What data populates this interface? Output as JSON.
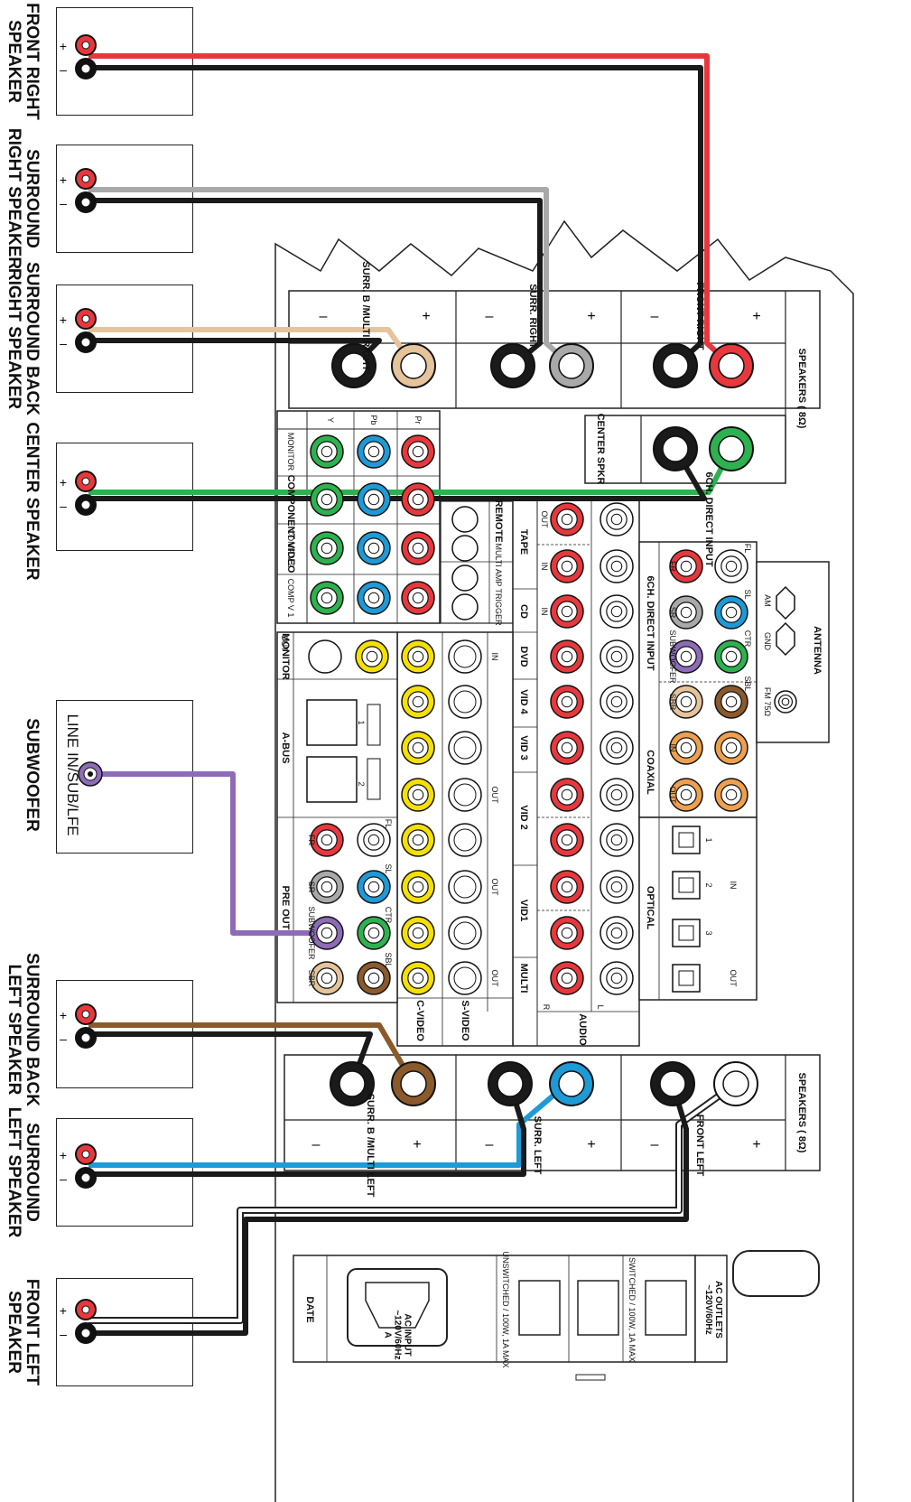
{
  "speakers": {
    "front_right": {
      "line1": "FRONT RIGHT",
      "line2": "SPEAKER"
    },
    "surround_right": {
      "line1": "SURROUND",
      "line2": "RIGHT SPEAKER"
    },
    "surround_back_right": {
      "line1": "SURROUND BACK",
      "line2": "RIGHT SPEAKER"
    },
    "center": {
      "line1": "CENTER SPEAKER"
    },
    "subwoofer": {
      "line1": "SUBWOOFER",
      "input": "LINE IN/SUB/LFE"
    },
    "surround_back_left": {
      "line1": "SURROUND BACK",
      "line2": "LEFT SPEAKER"
    },
    "surround_left": {
      "line1": "SURROUND",
      "line2": "LEFT SPEAKER"
    },
    "front_left": {
      "line1": "FRONT LEFT",
      "line2": "SPEAKER"
    }
  },
  "terminal_marks": {
    "plus": "+",
    "minus": "–"
  },
  "receiver": {
    "speakers_header_right": "SPEAKERS ( 8Ω)",
    "speakers_header_left": "SPEAKERS ( 8Ω)",
    "front_right": "FRONT RIGHT",
    "surr_right": "SURR. RIGHT",
    "surr_b_right": "SURR. B /MULTI RIGHT",
    "center_spkr": "CENTER SPKR",
    "front_left": "FRONT LEFT",
    "surr_left": "SURR. LEFT",
    "surr_b_left": "SURR. B /MULTI LEFT",
    "antenna": "ANTENNA",
    "am": "AM",
    "gnd": "GND",
    "fm": "FM 75Ω",
    "six_ch_direct_input": "6CH. DIRECT INPUT",
    "six_ch_direct_input_top": "6CH. DIRECT INPUT",
    "coaxial": "COAXIAL",
    "optical": "OPTICAL",
    "audio": "AUDIO",
    "r": "R",
    "l": "L",
    "tape": "TAPE",
    "cd": "CD",
    "dvd": "DVD",
    "vid4": "VID 4",
    "vid3": "VID 3",
    "vid2": "VID 2",
    "vid1": "VID1",
    "multi": "MULTI",
    "in": "IN",
    "out": "OUT",
    "remote": "REMOTE",
    "multi_amp_trigger": "MULTI AMP TRIGGER",
    "component_video": "COMPONENT VIDEO",
    "monitor": "MONITOR",
    "comp_v2": "COMP V 2",
    "comp_v1": "COMP V 1",
    "y": "Y",
    "pb": "Pb",
    "pr": "Pr",
    "a_bus": "A-BUS",
    "one": "1",
    "two": "2",
    "three": "3",
    "pre_out": "PRE OUT",
    "c_video": "C-VIDEO",
    "s_video": "S-VIDEO",
    "fl": "FL",
    "fr": "FR",
    "sl": "SL",
    "sr": "SR",
    "ctr": "CTR",
    "subwoofer": "SUBWOOFER",
    "sbl": "SBL",
    "sbr": "SBR",
    "ac_input": "AC INPUT",
    "ac_input_rating": "~120V/60Hz",
    "ac_input_a": "A",
    "ac_outlets": "AC OUTLETS",
    "ac_outlets_rating": "~120V/60Hz",
    "switched": "SWITCHED / 100W, 1A MAX",
    "unswitched": "UNSWITCHED / 100W, 1A MAX",
    "date": "DATE"
  },
  "colors": {
    "front_right_wire": "#e8383d",
    "surround_right_wire": "#a9a9a9",
    "surround_back_right_wire": "#e5c49c",
    "center_wire": "#2db24f",
    "subwoofer_wire": "#8e6bb8",
    "surround_back_left_wire": "#8b5a2b",
    "surround_left_wire": "#1e9ad6",
    "front_left_wire": "#ffffff",
    "negative_wire": "#1a1a1a",
    "yellow_jack": "#f5e000",
    "orange_jack": "#eea04e"
  }
}
